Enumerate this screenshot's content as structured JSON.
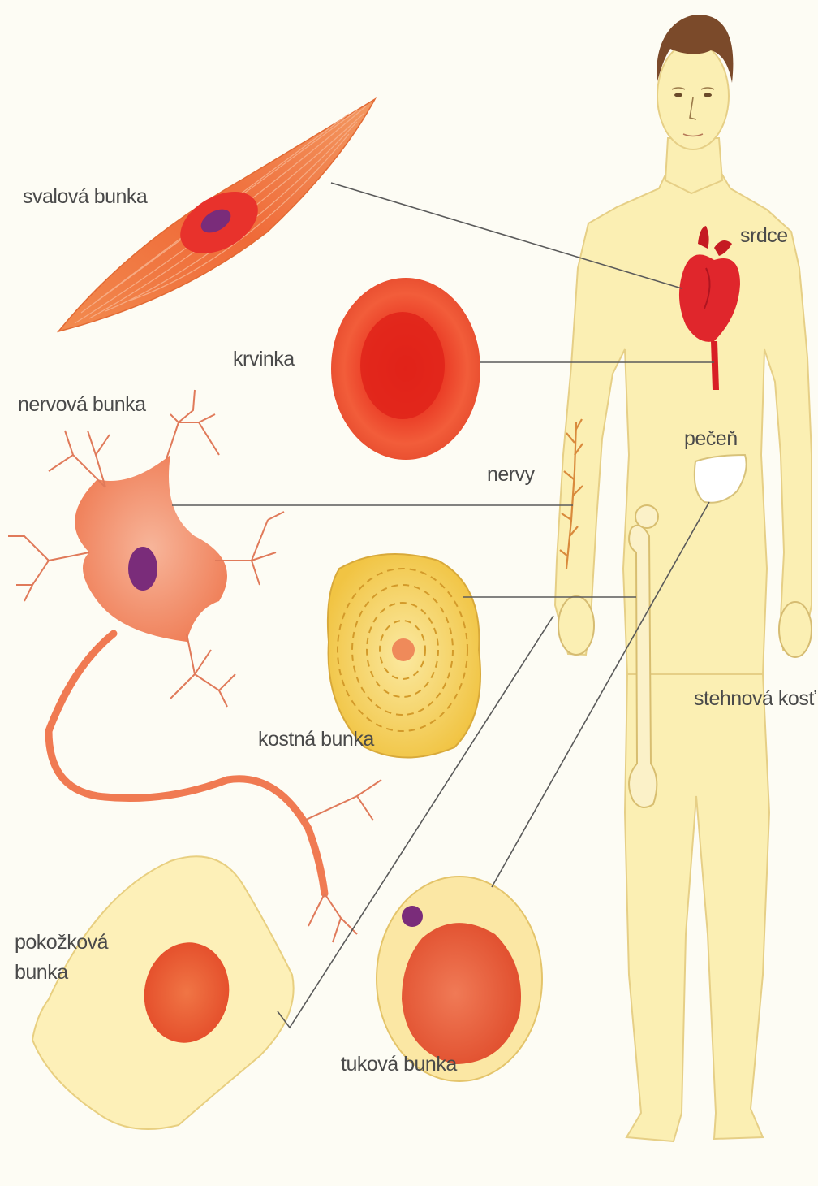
{
  "labels": {
    "muscle_cell": "svalová bunka",
    "heart": "srdce",
    "blood_cell": "krvinka",
    "nerve_cell": "nervová bunka",
    "liver": "pečeň",
    "nerves": "nervy",
    "femur": "stehnová kosť",
    "bone_cell": "kostná bunka",
    "skin_cell_line1": "pokožková",
    "skin_cell_line2": "bunka",
    "fat_cell": "tuková bunka"
  },
  "colors": {
    "background": "#fdfcf4",
    "body_fill": "#fbefb3",
    "body_outline": "#e6cf86",
    "muscle": "#f07a3e",
    "blood": "#e8432c",
    "nerve": "#f3865c",
    "nucleus": "#7a2c7a",
    "bone": "#f3cd4f",
    "skin": "#fdf0b8",
    "fat_outer": "#fbe7a4",
    "fat_inner": "#e6623b",
    "heart": "#e0262c",
    "liver": "#ffffff",
    "leader_line": "#5a5a5a"
  }
}
